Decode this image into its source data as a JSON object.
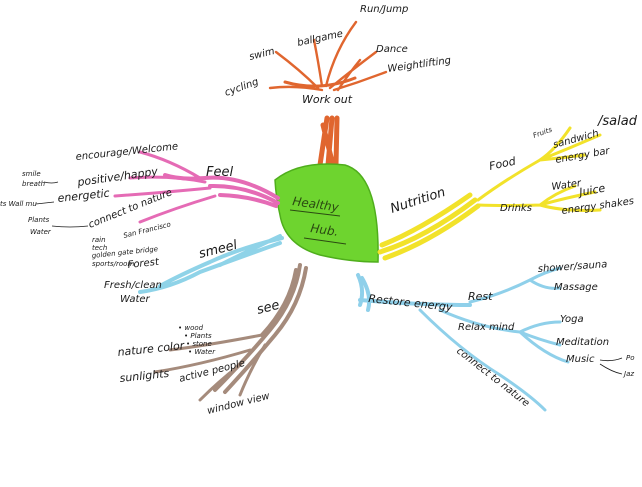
{
  "colors": {
    "workout": "#e0662f",
    "nutrition": "#f2e22a",
    "feel": "#e56bb5",
    "smell": "#8fd3e8",
    "see": "#a58b7c",
    "restore": "#8fd0ea",
    "hub": "#6ed42f"
  },
  "center": {
    "line1": "Healthy",
    "line2": "Hub."
  },
  "workout": {
    "label": "Work out",
    "items": [
      "cycling",
      "swim",
      "ballgame",
      "Run/Jump",
      "Dance",
      "Weightlifting"
    ]
  },
  "nutrition": {
    "label": "Nutrition",
    "food": {
      "label": "Food",
      "items": [
        "Fruits",
        "sandwich",
        "/salad",
        "energy bar"
      ]
    },
    "drinks": {
      "label": "Drinks",
      "items": [
        "Water",
        "Juice",
        "energy shakes"
      ]
    }
  },
  "feel": {
    "label": "Feel",
    "branches": [
      "encourage/Welcome",
      "positive/happy",
      "energetic",
      "connect to nature"
    ],
    "notes": [
      "smile",
      "breath",
      "ts Wall mu",
      "Plants",
      "Water",
      "San Francisco"
    ]
  },
  "smell": {
    "label": "smeel",
    "items": [
      "rain",
      "tech",
      "golden gate bridge",
      "sports/room",
      "Forest",
      "Fresh/clean",
      "Water"
    ]
  },
  "see": {
    "label": "see",
    "items": [
      "nature color",
      "sunlights",
      "active people",
      "window view"
    ],
    "nature_list": [
      "• wood",
      "• Plants",
      "• stone",
      "• Water"
    ]
  },
  "restore": {
    "label": "Restore energy",
    "rest": {
      "label": "Rest",
      "items": [
        "shower/sauna",
        "Massage"
      ]
    },
    "relax": {
      "label": "Relax mind",
      "items": [
        "Yoga",
        "Meditation",
        "Music"
      ],
      "music_items": [
        "Po",
        "Jaz"
      ]
    },
    "connect": "connect to nature"
  }
}
